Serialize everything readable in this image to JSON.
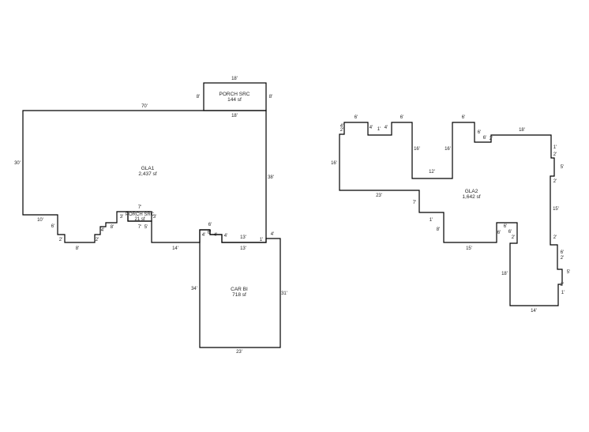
{
  "areas": {
    "porch_top": {
      "name": "PORCH SRC",
      "size": "144 sf"
    },
    "gla1": {
      "name": "GLA1",
      "size": "2,437 sf"
    },
    "porch_small": {
      "name": "PORCH SRC",
      "size": "21 sf"
    },
    "car": {
      "name": "CAR BI",
      "size": "718 sf"
    },
    "gla2": {
      "name": "GLA2",
      "size": "1,642 sf"
    }
  },
  "dims": {
    "porch_top": [
      "18'",
      "8'",
      "8'",
      "18'"
    ],
    "gla1": [
      "70'",
      "30'",
      "10'",
      "6'",
      "2'",
      "8'",
      "2'",
      "4'",
      "8'",
      "3'",
      "7'",
      "3'",
      "7'",
      "5'",
      "14'",
      "38'"
    ],
    "car": [
      "6'",
      "4'",
      "6'",
      "4'",
      "4'",
      "13'",
      "13'",
      "4'",
      "1'",
      "34'",
      "31'",
      "23'"
    ],
    "gla2": [
      "6'",
      "4'",
      "2'",
      "16'",
      "4'",
      "1'",
      "4'",
      "6'",
      "16'",
      "16'",
      "12'",
      "6'",
      "6'",
      "6'",
      "2'",
      "18'",
      "23'",
      "7'",
      "1'",
      "8'",
      "15'",
      "6'",
      "6'",
      "6'",
      "2'",
      "18'",
      "14'",
      "1'",
      "2'",
      "5'",
      "2'",
      "15'",
      "2'",
      "6'",
      "2'",
      "5'",
      "2'",
      "1'"
    ]
  }
}
